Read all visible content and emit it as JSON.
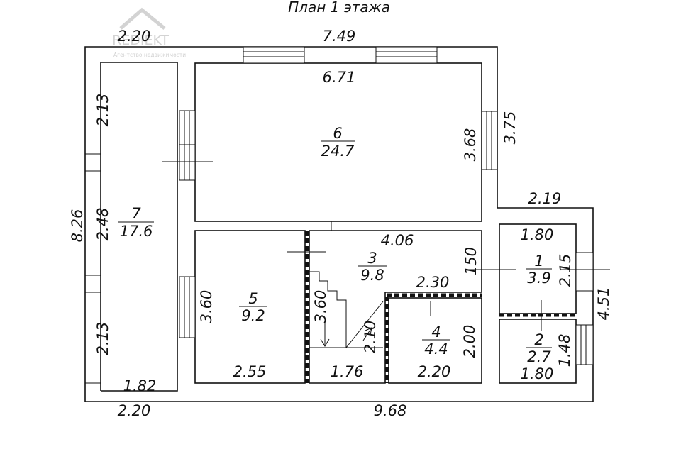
{
  "title": "План 1 этажа",
  "watermark": {
    "brand": "REDIEKT",
    "tagline": "Агентство недвижимости"
  },
  "dimensions": {
    "top_left_width": "2.20",
    "top_total": "7.49",
    "room6_width": "6.71",
    "right_upper_outer": "3.75",
    "room6_height": "3.68",
    "step_width": "2.19",
    "left_total": "8.26",
    "left_upper": "2.13",
    "left_middle": "2.48",
    "left_lower": "2.13",
    "room7_bottom": "1.82",
    "bottom_left": "2.20",
    "bottom_total": "9.68",
    "room5_height": "3.60",
    "room5_width": "2.55",
    "stair_height": "3.60",
    "stair_width": "1.76",
    "room3_width": "4.06",
    "room3_depth": "150",
    "room4_top": "2.30",
    "stair_flight": "2.10",
    "room4_height": "2.00",
    "room4_width": "2.20",
    "room1_width": "1.80",
    "room1_height": "2.15",
    "right_lower_outer": "4.51",
    "room2_height": "1.48",
    "room2_width": "1.80"
  },
  "rooms": [
    {
      "number": "6",
      "area": "24.7"
    },
    {
      "number": "7",
      "area": "17.6"
    },
    {
      "number": "5",
      "area": "9.2"
    },
    {
      "number": "3",
      "area": "9.8"
    },
    {
      "number": "4",
      "area": "4.4"
    },
    {
      "number": "1",
      "area": "3.9"
    },
    {
      "number": "2",
      "area": "2.7"
    }
  ]
}
